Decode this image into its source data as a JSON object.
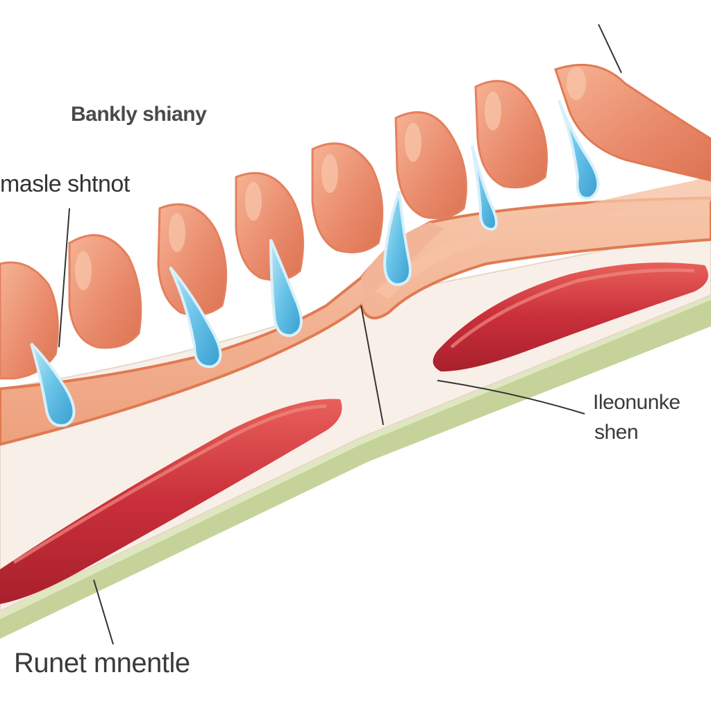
{
  "labels": {
    "top_left": "Bankly shiany",
    "mid_left": "masle shtnot",
    "right_line1": "Ileonunke",
    "right_line2": "shen",
    "bottom_left": "Runet mnentle"
  },
  "colors": {
    "background": "#ffffff",
    "papilla_fill": "#e8896a",
    "papilla_highlight": "#f4ab8c",
    "tissue_fill": "#f3b597",
    "tissue_outline": "#e07a52",
    "muscle_fill": "#c92f3a",
    "muscle_highlight": "#e66a66",
    "membrane_fill": "#f8efe8",
    "base_layer": "#c5d39a",
    "droplet_fill": "#68c3e8",
    "leader_line": "#333333"
  },
  "icons": {
    "droplet": "blue-droplet-shape"
  }
}
